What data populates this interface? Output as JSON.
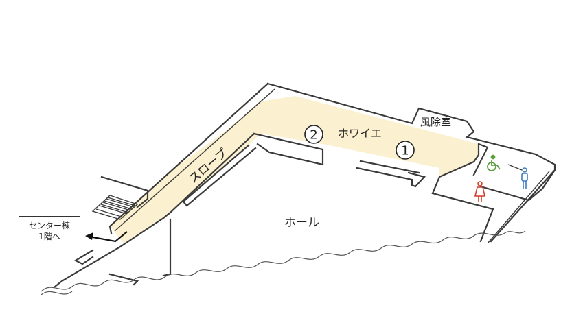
{
  "labels": {
    "slope": "スロープ",
    "foyer": "ホワイエ",
    "windbreak": "風除室",
    "hall": "ホール",
    "center_line1": "センター棟",
    "center_line2": "1階へ"
  },
  "markers": [
    {
      "id": 1,
      "text": "①"
    },
    {
      "id": 2,
      "text": "②"
    }
  ],
  "icons": {
    "accessible_toilet_color": "#5aa03c",
    "womens_toilet_color": "#d23a2a",
    "mens_toilet_color": "#3b7cc0",
    "corridor_color": "#fbf0cf"
  }
}
